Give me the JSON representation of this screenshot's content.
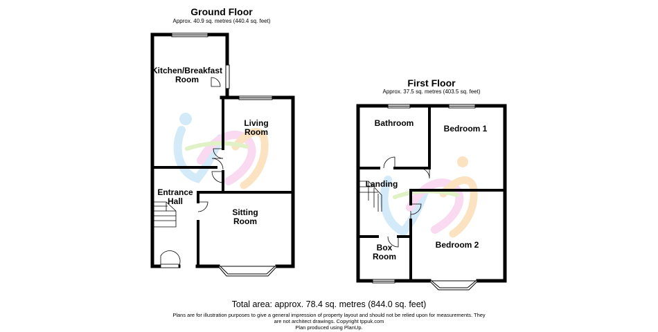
{
  "ground_floor": {
    "title": "Ground Floor",
    "area": "Approx. 40.9 sq. metres (440.4 sq. feet)",
    "rooms": {
      "kitchen_line1": "Kitchen/Breakfast",
      "kitchen_line2": "Room",
      "living_line1": "Living",
      "living_line2": "Room",
      "entrance_line1": "Entrance",
      "entrance_line2": "Hall",
      "sitting_line1": "Sitting",
      "sitting_line2": "Room"
    }
  },
  "first_floor": {
    "title": "First Floor",
    "area": "Approx. 37.5 sq. metres (403.5 sq. feet)",
    "rooms": {
      "bathroom": "Bathroom",
      "bedroom1": "Bedroom 1",
      "landing": "Landing",
      "box_line1": "Box",
      "box_line2": "Room",
      "bedroom2": "Bedroom 2"
    }
  },
  "footer": {
    "total": "Total area: approx. 78.4 sq. metres (844.0 sq. feet)",
    "disclaimer_line1": "Plans are for illustration purposes to give a general impression of property layout and should not be relied upon for measurements. They",
    "disclaimer_line2": "are not architect drawings.  Copyright tppuk.com",
    "disclaimer_line3": "Plan produced using PlanUp."
  },
  "colors": {
    "wall": "#000000",
    "watermark_blue": "#9fd2f0",
    "watermark_pink": "#f2aede",
    "watermark_orange": "#f8c27a",
    "watermark_green": "#b9e27f"
  }
}
